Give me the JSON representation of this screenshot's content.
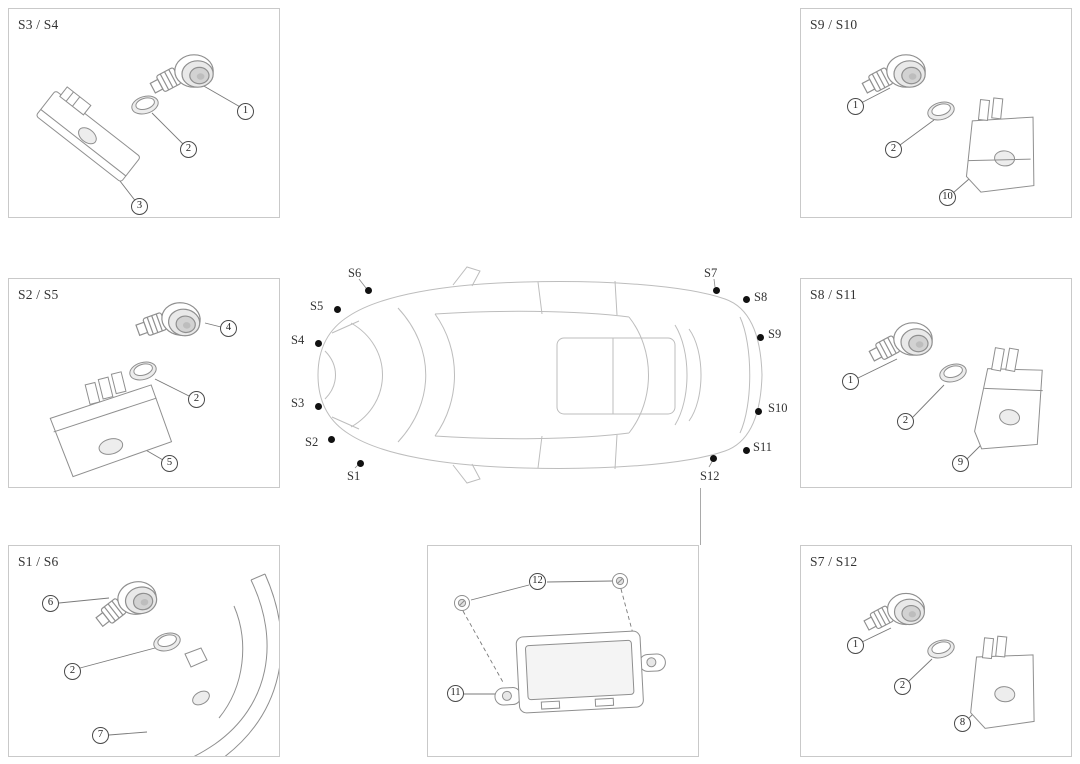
{
  "panels": [
    {
      "label": "S3 / S4",
      "callouts": [
        "1",
        "2",
        "3"
      ]
    },
    {
      "label": "S9 / S10",
      "callouts": [
        "1",
        "2",
        "10"
      ]
    },
    {
      "label": "S2 / S5",
      "callouts": [
        "4",
        "2",
        "5"
      ]
    },
    {
      "label": "S8 / S11",
      "callouts": [
        "1",
        "2",
        "9"
      ]
    },
    {
      "label": "S1 / S6",
      "callouts": [
        "6",
        "2",
        "7"
      ]
    },
    {
      "callouts": [
        "12",
        "11"
      ]
    },
    {
      "label": "S7 / S12",
      "callouts": [
        "1",
        "2",
        "8"
      ]
    }
  ],
  "car": {
    "sensor_labels": [
      "S1",
      "S2",
      "S3",
      "S4",
      "S5",
      "S6",
      "S7",
      "S8",
      "S9",
      "S10",
      "S11",
      "S12"
    ]
  },
  "colors": {
    "panel_border": "#c9c9c9",
    "line_art": "#8f8f8f",
    "car_outline": "#bdbdbd",
    "marker_dot": "#111111",
    "text": "#333333"
  }
}
